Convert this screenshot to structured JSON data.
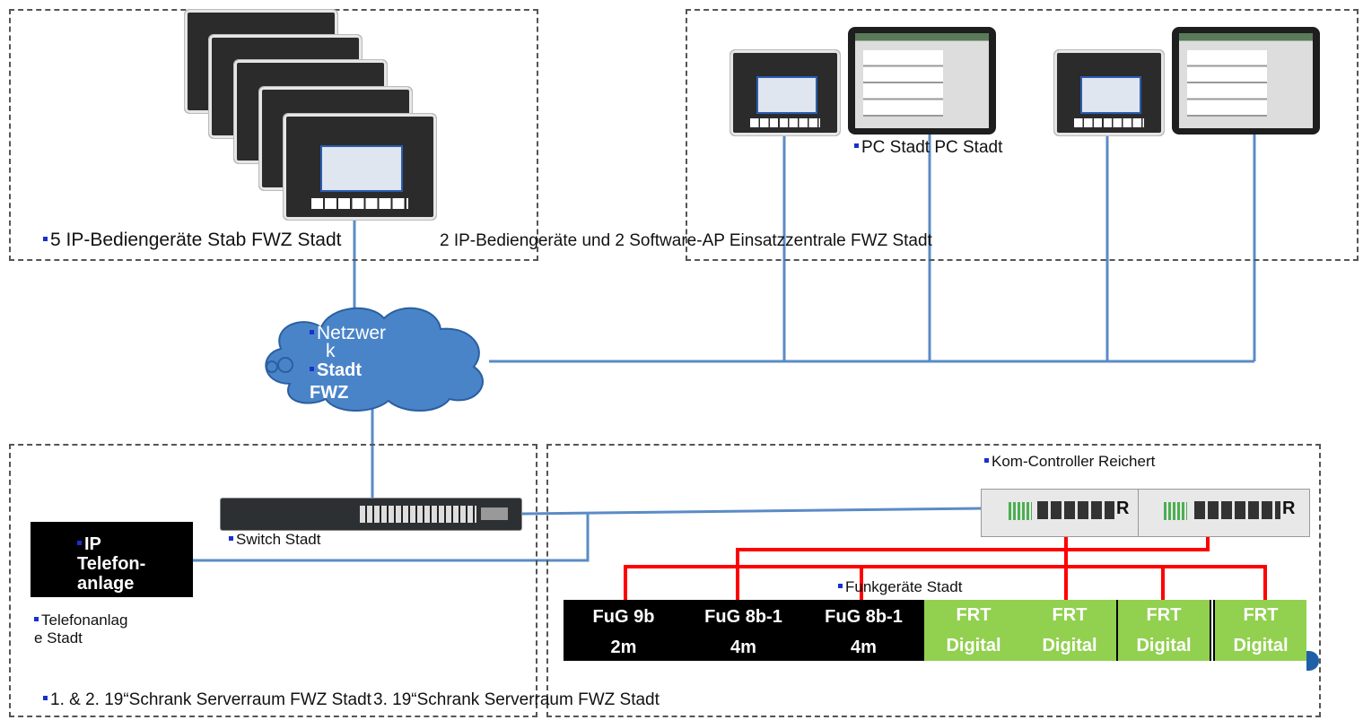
{
  "zones": {
    "top_left_label": "5 IP-Bediengeräte Stab FWZ Stadt",
    "top_right_label": "2 IP-Bediengeräte und 2 Software-AP Einsatzzentrale FWZ Stadt",
    "pc_label": "PC Stadt PC Stadt",
    "bottom_left_label": "1. & 2. 19“Schrank Serverraum FWZ Stadt",
    "bottom_right_label": "3. 19“Schrank Serverraum FWZ Stadt"
  },
  "network": {
    "line1": "Netzwer",
    "line2": "k",
    "line3": "Stadt",
    "line4": "FWZ"
  },
  "switch": {
    "label": "Switch Stadt"
  },
  "phone_system": {
    "box_line1": "IP",
    "box_line2": "Telefon-",
    "box_line3": "anlage",
    "caption_line1": "Telefonanlag",
    "caption_line2": "e Stadt"
  },
  "controller": {
    "label": "Kom-Controller Reichert"
  },
  "radios": {
    "label": "Funkgeräte Stadt",
    "items": [
      {
        "name": "FuG 9b",
        "band": "2m"
      },
      {
        "name": "FuG 8b-1",
        "band": "4m"
      },
      {
        "name": "FuG 8b-1",
        "band": "4m"
      },
      {
        "name": "FRT",
        "band": "Digital"
      },
      {
        "name": "FRT",
        "band": "Digital"
      },
      {
        "name": "FRT",
        "band": "Digital"
      },
      {
        "name": "FRT",
        "band": "Digital"
      }
    ]
  },
  "colors": {
    "network_line": "#5b8bc6",
    "radio_line": "#ff0000",
    "bullet": "#1a2fd0",
    "frt_green": "#92d050"
  }
}
